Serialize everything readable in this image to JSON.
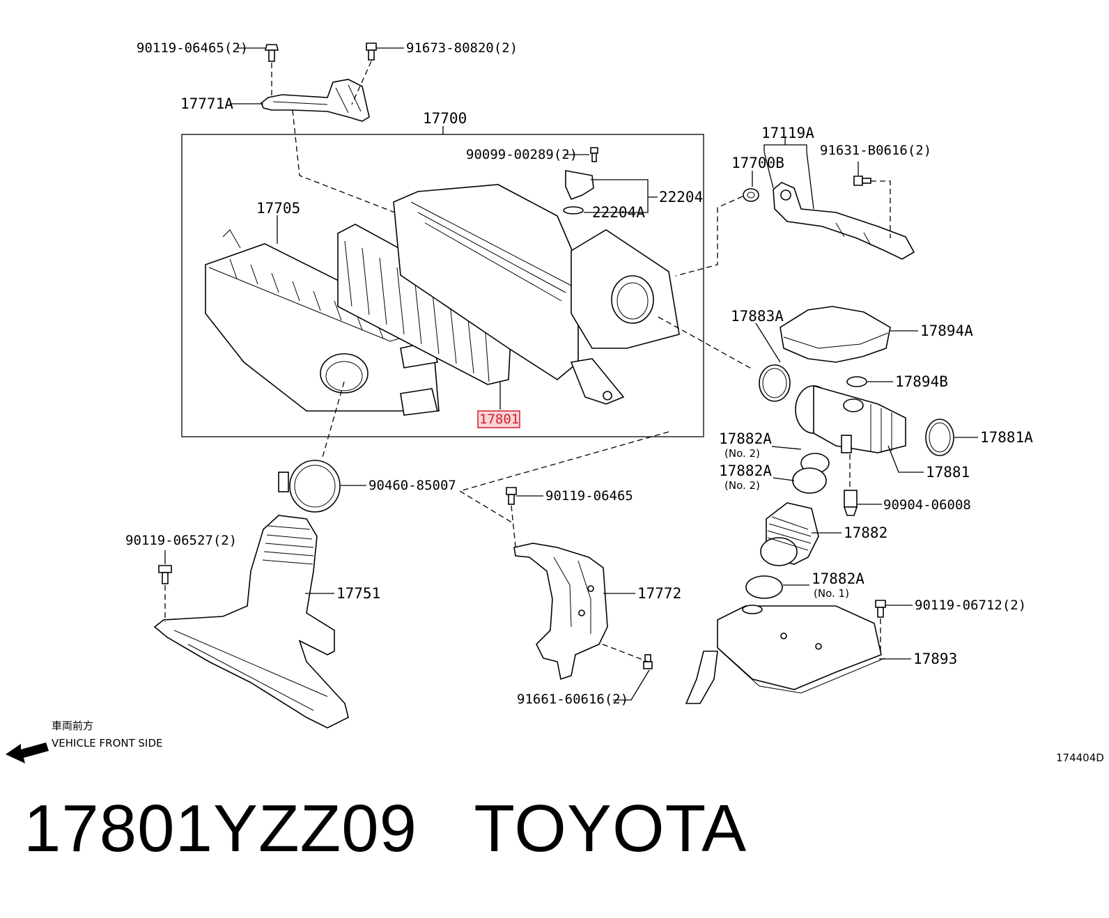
{
  "labels": {
    "p90119_06465_2": "90119-06465(2)",
    "p91673_80820_2": "91673-80820(2)",
    "p17771A": "17771A",
    "p17700": "17700",
    "p90099_00289_2": "90099-00289(2)",
    "p22204": "22204",
    "p22204A": "22204A",
    "p17705": "17705",
    "p17801": "17801",
    "p17119A": "17119A",
    "p17700B": "17700B",
    "p91631_B0616_2": "91631-B0616(2)",
    "p17883A": "17883A",
    "p17894A": "17894A",
    "p17894B": "17894B",
    "p17881A": "17881A",
    "p17882A_a": "17882A",
    "p17882A_a_sub": "(No. 2)",
    "p17882A_b": "17882A",
    "p17882A_b_sub": "(No. 2)",
    "p17881": "17881",
    "p90904_06008": "90904-06008",
    "p17882": "17882",
    "p17882A_c": "17882A",
    "p17882A_c_sub": "(No. 1)",
    "p90460_85007": "90460-85007",
    "p90119_06465": "90119-06465",
    "p90119_06527_2": "90119-06527(2)",
    "p17751": "17751",
    "p17772": "17772",
    "p91661_60616_2": "91661-60616(2)",
    "p90119_06712_2": "90119-06712(2)",
    "p17893": "17893",
    "direction_jp": "車両前方",
    "direction_en": "VEHICLE FRONT SIDE",
    "diagram_code": "174404D"
  },
  "highlight": {
    "part_number": "17801",
    "color": "#d21f2d"
  },
  "footer": {
    "title": "17801YZZ09   TOYOTA"
  }
}
